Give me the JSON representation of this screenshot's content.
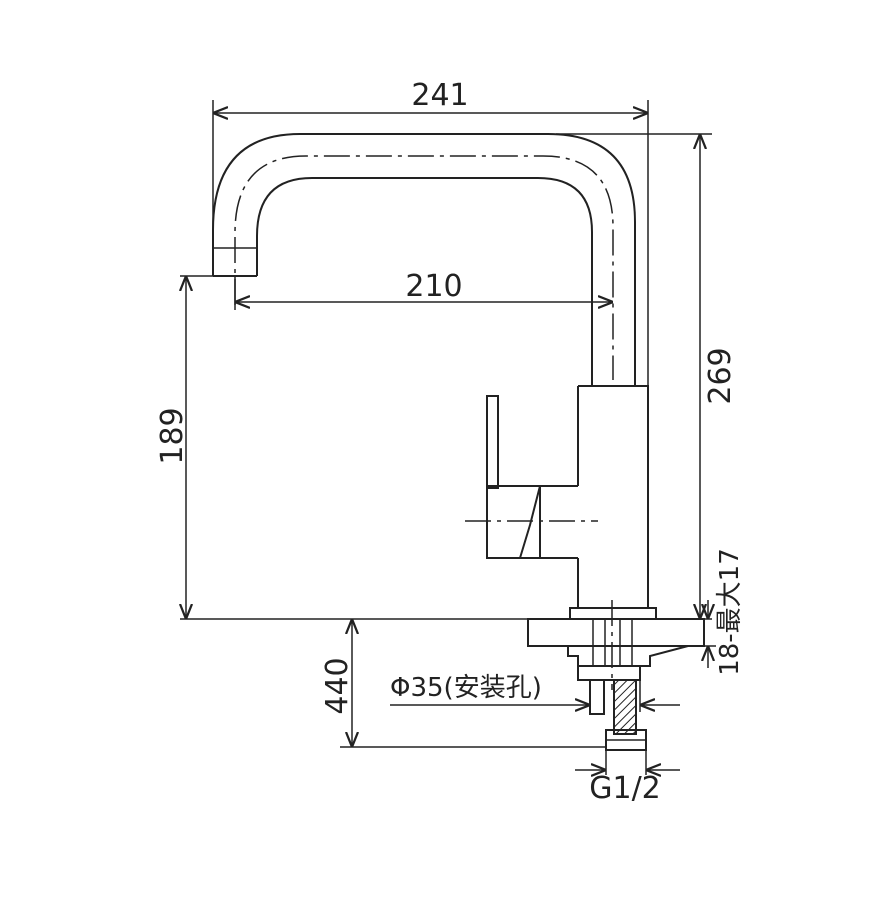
{
  "dimensions": {
    "width_total": "241",
    "spout_reach": "210",
    "outlet_height": "189",
    "overall_height": "269",
    "deck_thickness": "18-最大17",
    "shank_length": "440",
    "mount_hole": "Φ35(安装孔)",
    "thread": "G1/2"
  },
  "colors": {
    "line": "#222222",
    "background": "#ffffff"
  }
}
